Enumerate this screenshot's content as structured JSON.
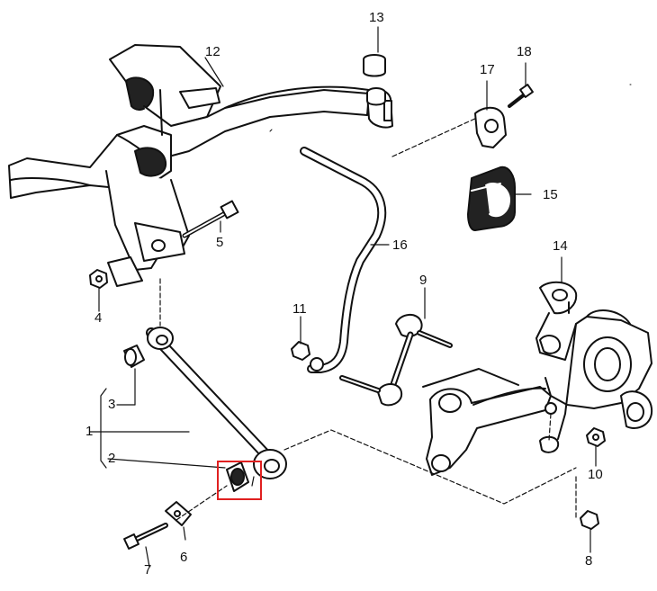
{
  "colors": {
    "stroke": "#111111",
    "part_fill": "#ffffff",
    "shade": "#e6e6e6",
    "highlight": "#e02020"
  },
  "callouts": {
    "c1": "1",
    "c2": "2",
    "c3": "3",
    "c4": "4",
    "c5": "5",
    "c6": "6",
    "c7": "7",
    "c8": "8",
    "c9": "9",
    "c10": "10",
    "c11": "11",
    "c12": "12",
    "c13": "13",
    "c14": "14",
    "c15": "15",
    "c16": "16",
    "c17": "17",
    "c18": "18"
  },
  "highlighted_part": "2"
}
